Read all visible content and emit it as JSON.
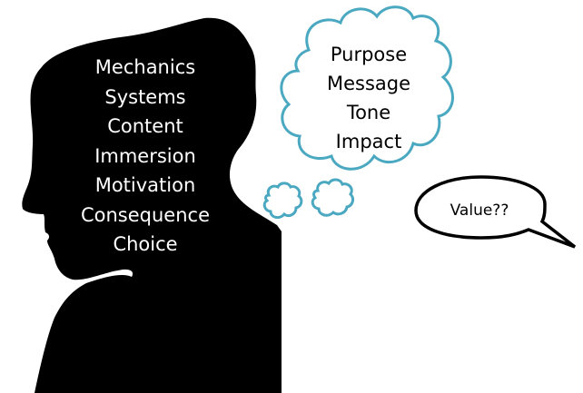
{
  "colors": {
    "silhouette": "#000000",
    "cloud_stroke": "#4AA8C0",
    "bubble_stroke": "#000000",
    "background": "#ffffff"
  },
  "head": {
    "words": [
      "Mechanics",
      "Systems",
      "Content",
      "Immersion",
      "Motivation",
      "Consequence",
      "Choice"
    ]
  },
  "thought_cloud": {
    "words": [
      "Purpose",
      "Message",
      "Tone",
      "Impact"
    ]
  },
  "speech_bubble": {
    "text": "Value??"
  }
}
